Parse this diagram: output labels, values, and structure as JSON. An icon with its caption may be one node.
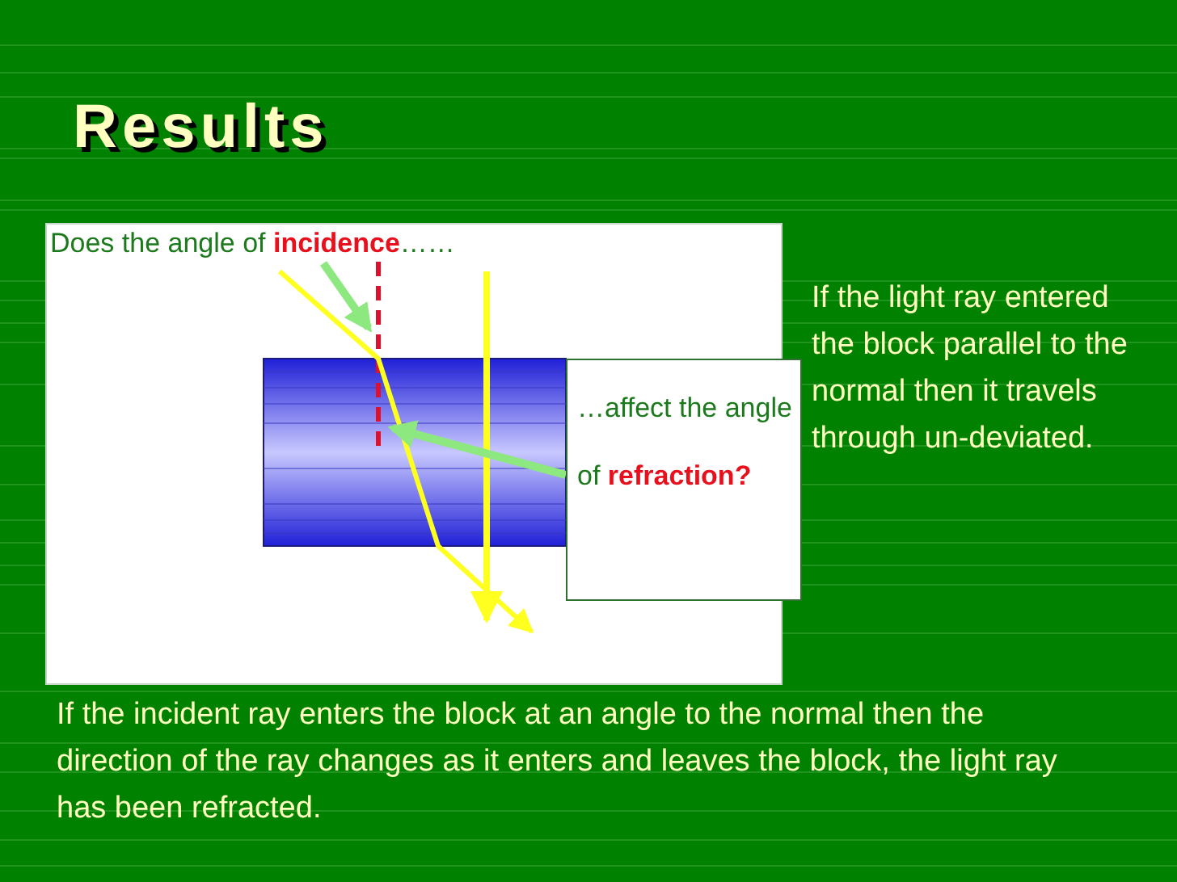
{
  "diagram": {
    "title": "Results",
    "nodes": [
      {
        "text": [
          "Does the angle of **incidence**……"
        ]
      },
      {
        "text": [
          "…affect the angle",
          "of **refraction?**"
        ]
      }
    ],
    "edges": [
      {
        "from": 0,
        "to": null,
        "arrow": "to"
      },
      {
        "from": 1,
        "to": null,
        "arrow": "to"
      }
    ],
    "labels": [
      "If the light ray entered the block parallel to the normal then it travels through un-deviated.",
      "If the incident ray enters the block at an angle to the normal then the direction of the ray changes as it enters and leaves the block, the light ray has been refracted."
    ]
  }
}
